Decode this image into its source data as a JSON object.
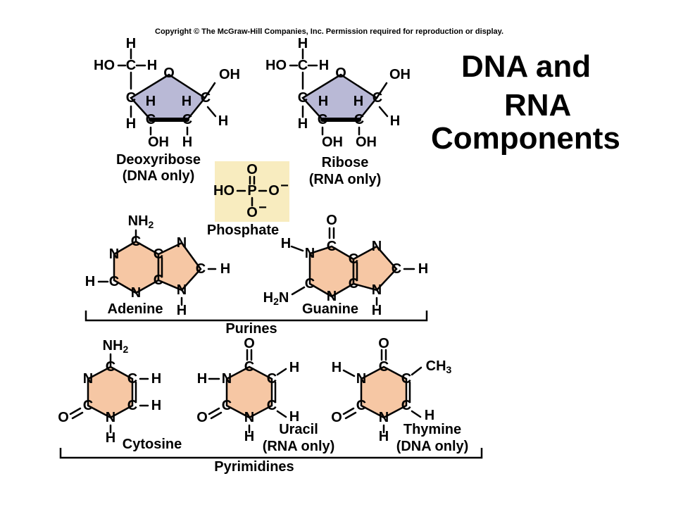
{
  "copyright": "Copyright © The McGraw-Hill Companies, Inc. Permission required for reproduction or display.",
  "title": {
    "line1": "DNA and",
    "line2": "RNA",
    "line3": "Components"
  },
  "molecules": {
    "deoxyribose": {
      "name": "Deoxyribose",
      "note": "(DNA only)"
    },
    "ribose": {
      "name": "Ribose",
      "note": "(RNA only)"
    },
    "phosphate": {
      "name": "Phosphate"
    },
    "adenine": {
      "name": "Adenine"
    },
    "guanine": {
      "name": "Guanine"
    },
    "cytosine": {
      "name": "Cytosine"
    },
    "uracil": {
      "name": "Uracil",
      "note": "(RNA only)"
    },
    "thymine": {
      "name": "Thymine",
      "note": "(DNA only)"
    }
  },
  "groups": {
    "purines": "Purines",
    "pyrimidines": "Pyrimidines"
  },
  "atoms": {
    "H": "H",
    "C": "C",
    "O": "O",
    "N": "N",
    "P": "P",
    "OH": "OH",
    "HO": "HO",
    "NH2": "NH",
    "H2N": "H",
    "sub2": "2",
    "sub3": "3",
    "CH3": "CH",
    "minus": "−"
  },
  "colors": {
    "sugar_fill": "#b9b9d6",
    "base_fill": "#f6c7a4",
    "phosphate_bg": "#f8ecbf",
    "ink": "#000000"
  }
}
